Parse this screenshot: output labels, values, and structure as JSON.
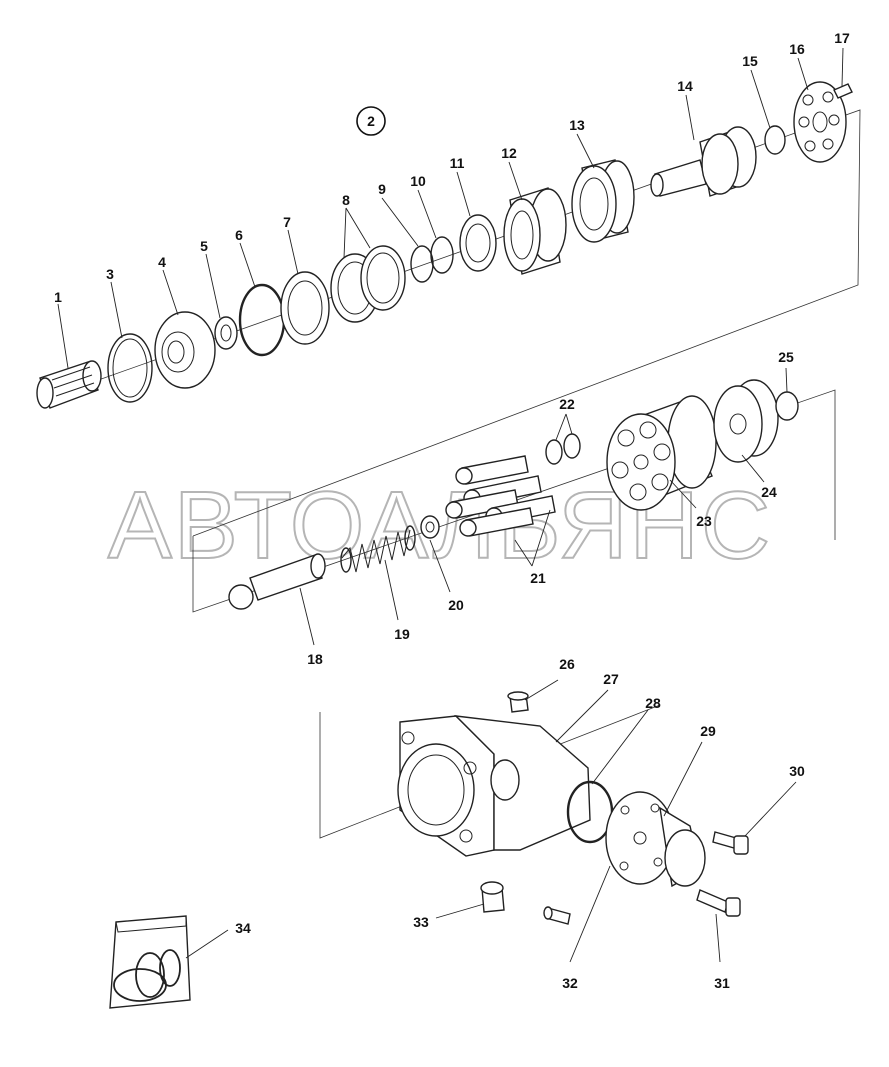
{
  "assembly_number": "2",
  "watermark": "АВТОАЛЬЯНС",
  "callouts": [
    "1",
    "3",
    "4",
    "5",
    "6",
    "7",
    "8",
    "9",
    "10",
    "11",
    "12",
    "13",
    "14",
    "15",
    "16",
    "17",
    "18",
    "19",
    "20",
    "21",
    "22",
    "23",
    "24",
    "25",
    "26",
    "27",
    "28",
    "29",
    "30",
    "31",
    "32",
    "33",
    "34"
  ]
}
